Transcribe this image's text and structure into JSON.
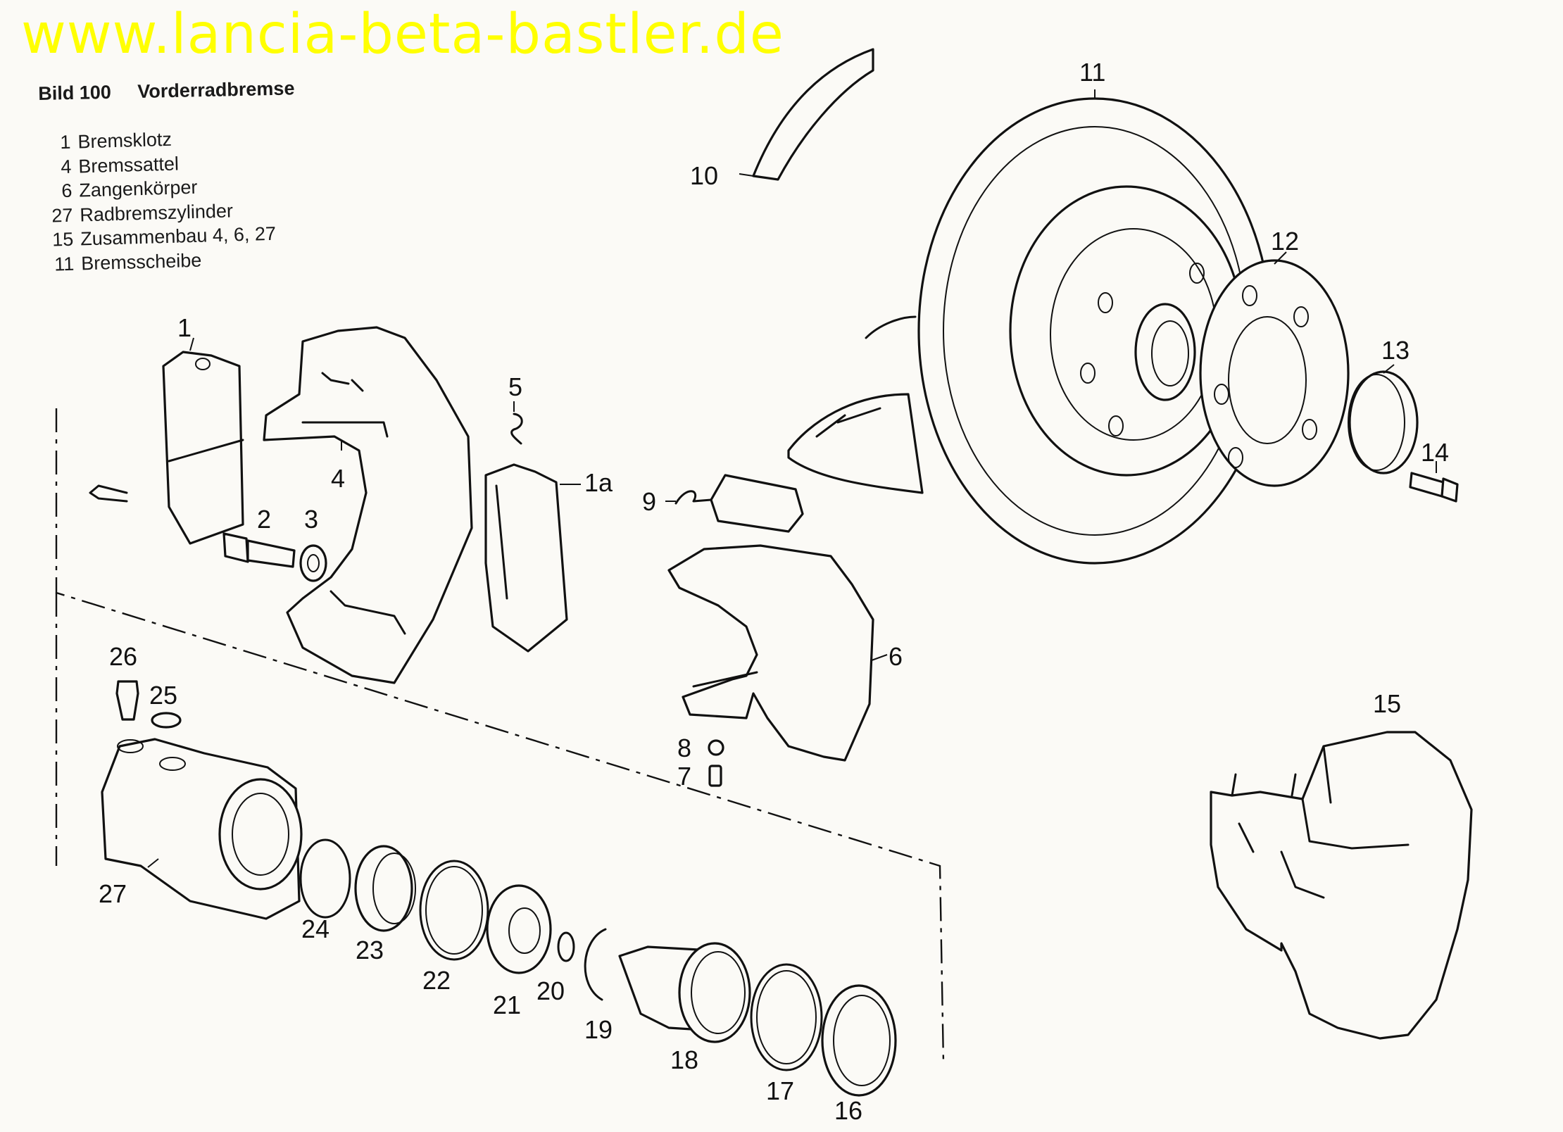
{
  "watermark": {
    "text": "www.lancia-beta-bastler.de",
    "color": "#ffff00"
  },
  "figure": {
    "number": "Bild 100",
    "title": "Vorderradbremse"
  },
  "legend": [
    {
      "num": "1",
      "label": "Bremsklotz"
    },
    {
      "num": "4",
      "label": "Bremssattel"
    },
    {
      "num": "6",
      "label": "Zangenkörper"
    },
    {
      "num": "27",
      "label": "Radbremszylinder"
    },
    {
      "num": "15",
      "label": "Zusammenbau 4, 6, 27"
    },
    {
      "num": "11",
      "label": "Bremsscheibe"
    }
  ],
  "callouts": {
    "c1": "1",
    "c1a": "1a",
    "c2": "2",
    "c3": "3",
    "c4": "4",
    "c5": "5",
    "c6": "6",
    "c7": "7",
    "c8": "8",
    "c9": "9",
    "c10": "10",
    "c11": "11",
    "c12": "12",
    "c13": "13",
    "c14": "14",
    "c15": "15",
    "c16": "16",
    "c17": "17",
    "c18": "18",
    "c19": "19",
    "c20": "20",
    "c21": "21",
    "c22": "22",
    "c23": "23",
    "c24": "24",
    "c25": "25",
    "c26": "26",
    "c27": "27"
  },
  "colors": {
    "ink": "#111111",
    "paper": "#fbfaf6",
    "watermark": "#ffff00"
  }
}
